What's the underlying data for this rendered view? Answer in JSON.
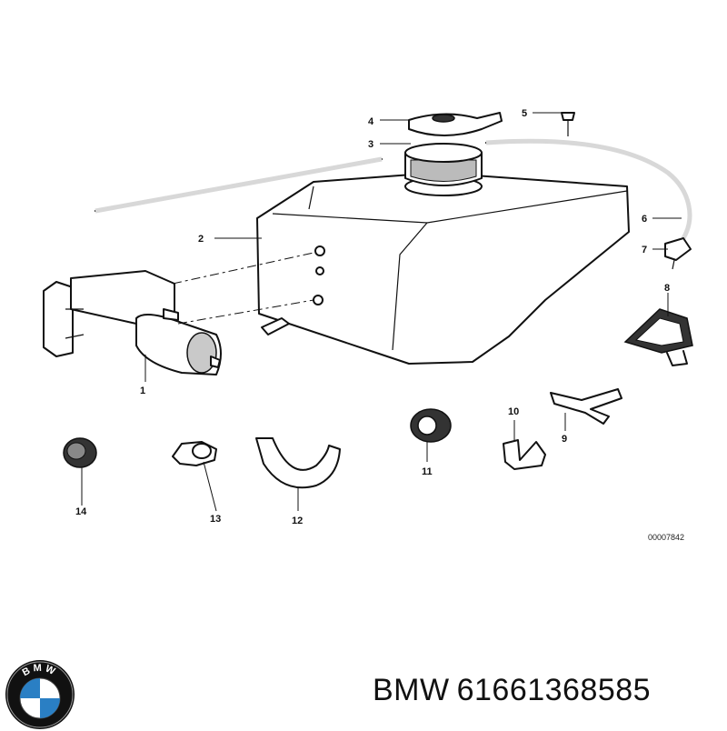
{
  "diagram": {
    "callouts": [
      "1",
      "2",
      "3",
      "4",
      "5",
      "6",
      "7",
      "8",
      "9",
      "10",
      "11",
      "12",
      "13",
      "14"
    ],
    "drawing_code": "00007842"
  },
  "caption": {
    "brand": "BMW",
    "part_number": "61661368585"
  },
  "logo": {
    "letters": "BMW",
    "colors": {
      "blue": "#2a7fc4",
      "white": "#ffffff",
      "ring": "#111111"
    }
  }
}
